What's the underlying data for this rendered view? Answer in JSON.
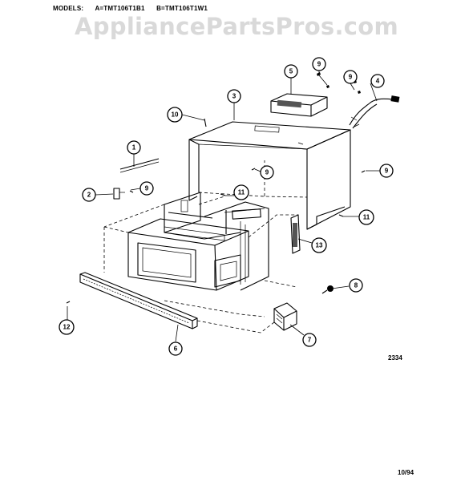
{
  "header": {
    "models_label": "MODELS:",
    "model_a": "A=TMT106T1B1",
    "model_b": "B=TMT106T1W1"
  },
  "watermark": "AppliancePartsPros.com",
  "diagram_code": "2334",
  "date_code": "10/94",
  "callouts": {
    "c1": "1",
    "c2": "2",
    "c3": "3",
    "c4": "4",
    "c5": "5",
    "c6": "6",
    "c7": "7",
    "c8": "8",
    "c9a": "9",
    "c9b": "9",
    "c9c": "9",
    "c9d": "9",
    "c9e": "9",
    "c10": "10",
    "c11a": "11",
    "c11b": "11",
    "c12": "12",
    "c13": "13"
  }
}
